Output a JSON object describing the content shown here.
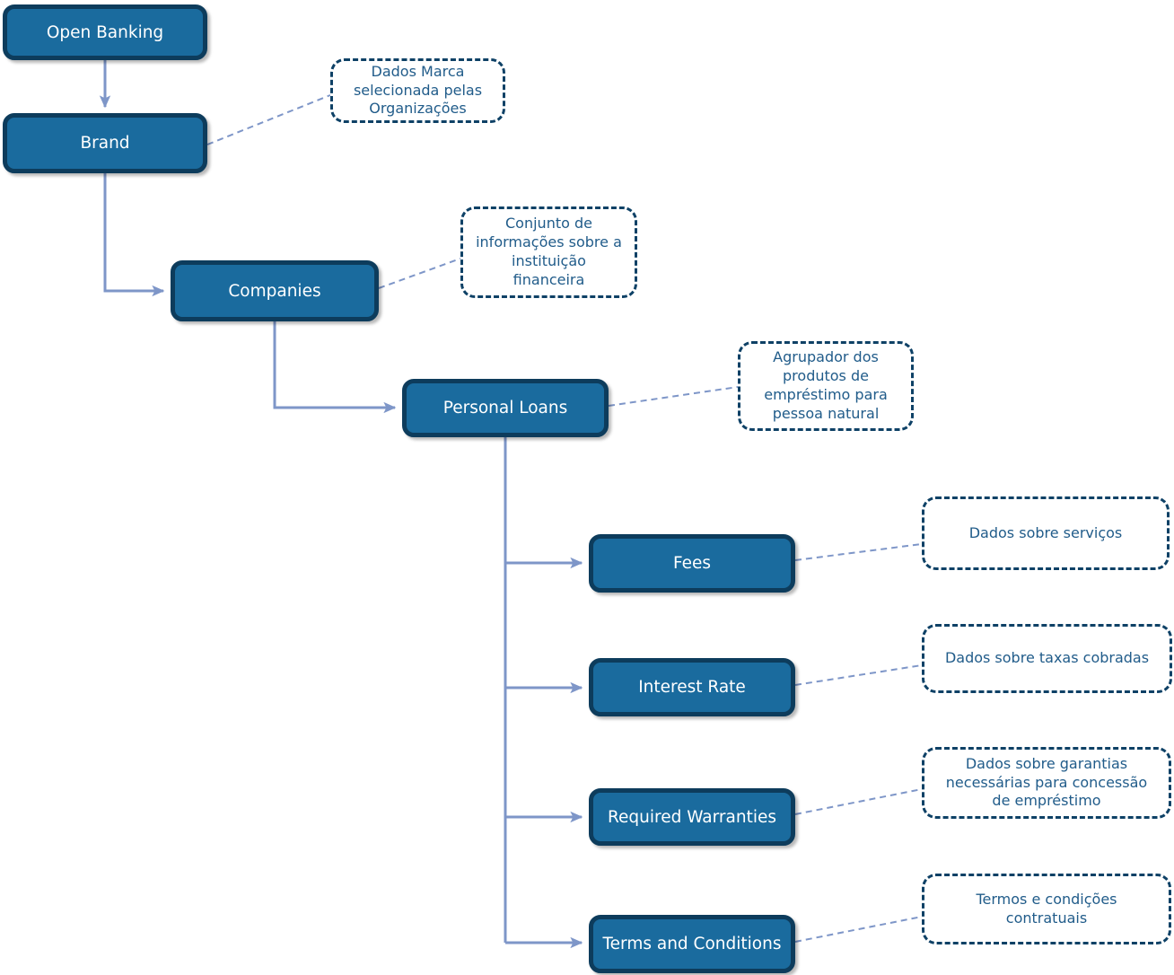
{
  "colors": {
    "node_fill": "#1a6b9e",
    "node_border": "#0d3c5c",
    "node_text": "#ffffff",
    "note_border": "#0e4166",
    "note_text": "#215c8a",
    "connector": "#7e96c8",
    "background": "#ffffff"
  },
  "nodes": [
    {
      "id": "open-banking",
      "label": "Open Banking"
    },
    {
      "id": "brand",
      "label": "Brand",
      "note": "Dados Marca\nselecionada pelas\nOrganizações"
    },
    {
      "id": "companies",
      "label": "Companies",
      "note": "Conjunto de\ninformações sobre a\ninstituição\nfinanceira"
    },
    {
      "id": "personal-loans",
      "label": "Personal Loans",
      "note": "Agrupador dos\nprodutos de\nempréstimo para\npessoa natural"
    },
    {
      "id": "fees",
      "label": "Fees",
      "note": "Dados sobre serviços"
    },
    {
      "id": "interest-rate",
      "label": "Interest Rate",
      "note": "Dados sobre taxas cobradas"
    },
    {
      "id": "required-warranties",
      "label": "Required Warranties",
      "note": "Dados sobre garantias\nnecessárias para concessão\nde empréstimo"
    },
    {
      "id": "terms-and-conditions",
      "label": "Terms and Conditions",
      "note": "Termos e condições\ncontratuais"
    }
  ]
}
